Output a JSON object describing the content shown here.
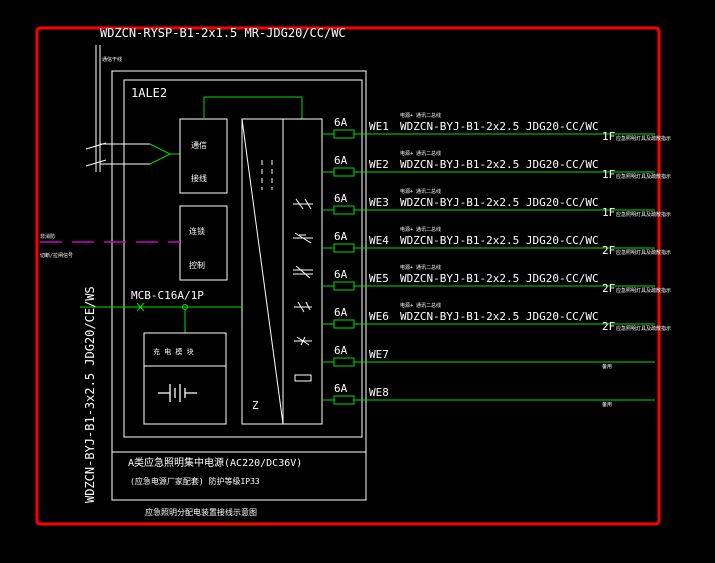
{
  "top_cable": "WDZCN-RYSP-B1-2x1.5  MR-JDG20/CC/WC",
  "top_note": "通信干线",
  "panel_id": "1ALE2",
  "comm_module": [
    "通信",
    "接线"
  ],
  "link_module": [
    "连锁",
    "控制"
  ],
  "fire_signal": [
    "非消防",
    "切断/拉闸信号"
  ],
  "mcb_label": "MCB-C16A/1P",
  "charger_label": "充 电 模 块",
  "vertical_cable": "WDZCN-BYJ-B1-3x2.5  JDG20/CE/WS",
  "rating_line1": "A类应急照明集中电源(AC220/DC36V)",
  "rating_line2": "(应急电源厂家配套)  防护等级IP33",
  "caption": "应急照明分配电装置接线示意图",
  "circuits": [
    {
      "fuse": "6A",
      "id": "WE1",
      "note": "电源+ 通讯二总线",
      "cable": "WDZCN-BYJ-B1-2x2.5  JDG20-CC/WC",
      "floor": "1F",
      "dest": "应急照明灯具及疏散指示"
    },
    {
      "fuse": "6A",
      "id": "WE2",
      "note": "电源+ 通讯二总线",
      "cable": "WDZCN-BYJ-B1-2x2.5  JDG20-CC/WC",
      "floor": "1F",
      "dest": "应急照明灯具及疏散指示"
    },
    {
      "fuse": "6A",
      "id": "WE3",
      "note": "电源+ 通讯二总线",
      "cable": "WDZCN-BYJ-B1-2x2.5  JDG20-CC/WC",
      "floor": "1F",
      "dest": "应急照明灯具及疏散指示"
    },
    {
      "fuse": "6A",
      "id": "WE4",
      "note": "电源+ 通讯二总线",
      "cable": "WDZCN-BYJ-B1-2x2.5  JDG20-CC/WC",
      "floor": "2F",
      "dest": "应急照明灯具及疏散指示"
    },
    {
      "fuse": "6A",
      "id": "WE5",
      "note": "电源+ 通讯二总线",
      "cable": "WDZCN-BYJ-B1-2x2.5  JDG20-CC/WC",
      "floor": "2F",
      "dest": "应急照明灯具及疏散指示"
    },
    {
      "fuse": "6A",
      "id": "WE6",
      "note": "电源+ 通讯二总线",
      "cable": "WDZCN-BYJ-B1-2x2.5  JDG20-CC/WC",
      "floor": "2F",
      "dest": "应急照明灯具及疏散指示"
    },
    {
      "fuse": "6A",
      "id": "WE7",
      "note": "",
      "cable": "",
      "floor": "",
      "dest": "备用"
    },
    {
      "fuse": "6A",
      "id": "WE8",
      "note": "",
      "cable": "",
      "floor": "",
      "dest": "备用"
    }
  ],
  "colors": {
    "frame": "#ff0000",
    "line": "#ffffff",
    "wire": "#00dd00",
    "signal": "#cc00cc",
    "text": "#ffffff"
  }
}
